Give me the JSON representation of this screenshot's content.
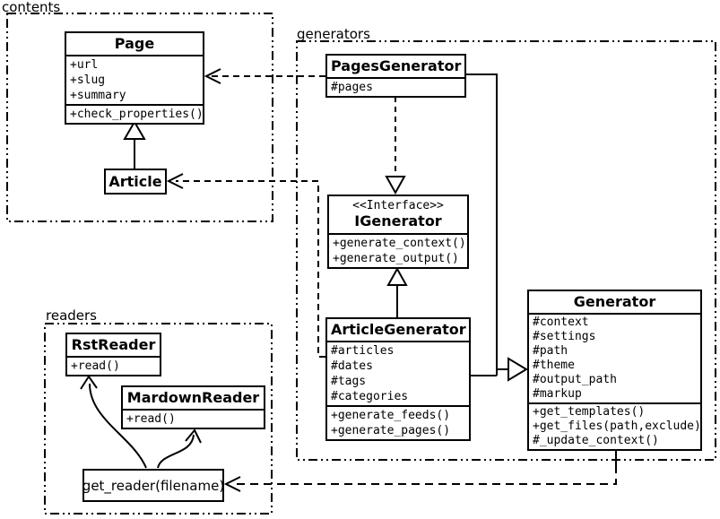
{
  "diagram": {
    "type": "uml-class-diagram",
    "colors": {
      "line": "#000000",
      "background": "#ffffff"
    }
  },
  "packages": {
    "contents": {
      "label": "contents"
    },
    "generators": {
      "label": "generators"
    },
    "readers": {
      "label": "readers"
    }
  },
  "classes": {
    "page": {
      "name": "Page",
      "attributes": [
        "+url",
        "+slug",
        "+summary"
      ],
      "methods": [
        "+check_properties()"
      ]
    },
    "article": {
      "name": "Article"
    },
    "pages_generator": {
      "name": "PagesGenerator",
      "attributes": [
        "#pages"
      ]
    },
    "igenerator": {
      "stereotype": "<<Interface>>",
      "name": "IGenerator",
      "methods": [
        "+generate_context()",
        "+generate_output()"
      ]
    },
    "article_generator": {
      "name": "ArticleGenerator",
      "attributes": [
        "#articles",
        "#dates",
        "#tags",
        "#categories"
      ],
      "methods": [
        "+generate_feeds()",
        "+generate_pages()"
      ]
    },
    "generator": {
      "name": "Generator",
      "attributes": [
        "#context",
        "#settings",
        "#path",
        "#theme",
        "#output_path",
        "#markup"
      ],
      "methods": [
        "+get_templates()",
        "+get_files(path,exclude)",
        "#_update_context()"
      ]
    },
    "rst_reader": {
      "name": "RstReader",
      "methods": [
        "+read()"
      ]
    },
    "mardown_reader": {
      "name": "MardownReader",
      "methods": [
        "+read()"
      ]
    },
    "get_reader": {
      "label": "get_reader(filename)"
    }
  }
}
